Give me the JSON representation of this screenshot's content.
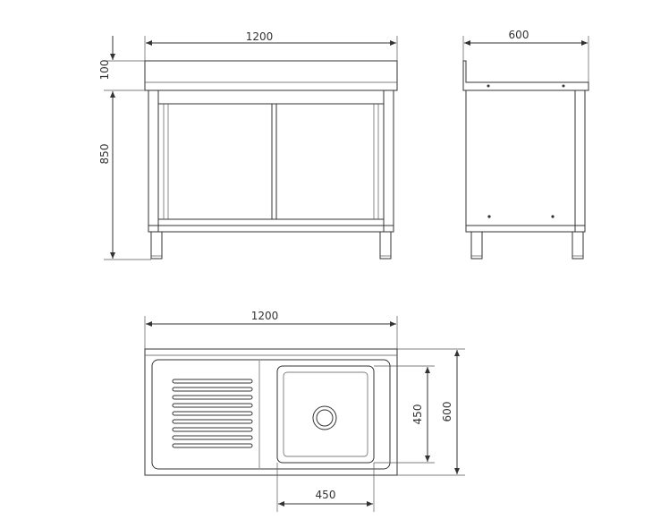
{
  "front_view": {
    "width_label": "1200",
    "top_height_label": "100",
    "body_height_label": "850"
  },
  "side_view": {
    "depth_label": "600"
  },
  "top_view": {
    "width_label": "1200",
    "bowl_depth_label": "450",
    "total_depth_label": "600",
    "bowl_width_label": "450"
  },
  "colors": {
    "line": "#333333",
    "background": "#ffffff"
  }
}
